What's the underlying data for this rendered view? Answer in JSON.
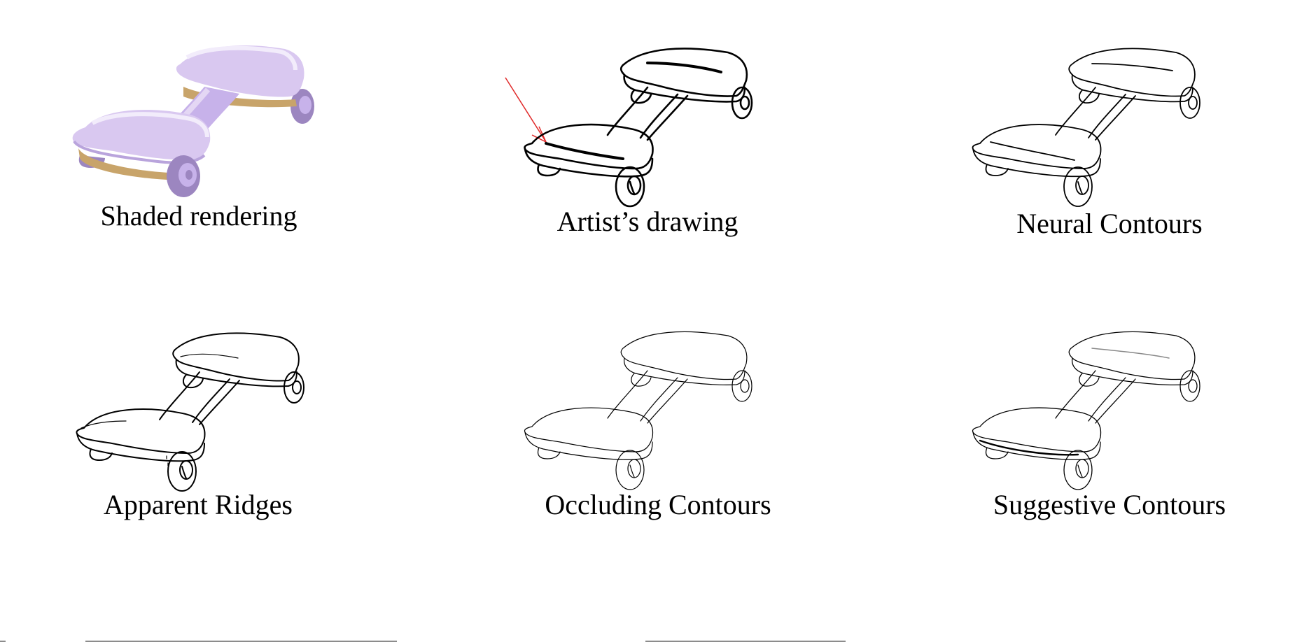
{
  "panels": [
    {
      "id": "shaded",
      "caption": "Shaded rendering",
      "style": "shaded"
    },
    {
      "id": "artist",
      "caption": "Artist’s drawing",
      "style": "artist"
    },
    {
      "id": "neural",
      "caption": "Neural Contours",
      "style": "neural"
    },
    {
      "id": "ridges",
      "caption": "Apparent Ridges",
      "style": "ridges"
    },
    {
      "id": "occluding",
      "caption": "Occluding Contours",
      "style": "occluding"
    },
    {
      "id": "suggestive",
      "caption": "Suggestive Contours",
      "style": "suggestive"
    }
  ],
  "colors": {
    "shade_light": "#e4d7f4",
    "shade_mid": "#c7b2ea",
    "shade_dark": "#9c86c0",
    "shade_underside": "#c8a46a",
    "arrow": "#e02a2a",
    "ink": "#000000"
  },
  "icons": {
    "arrow": "red-arrow-pointer"
  }
}
